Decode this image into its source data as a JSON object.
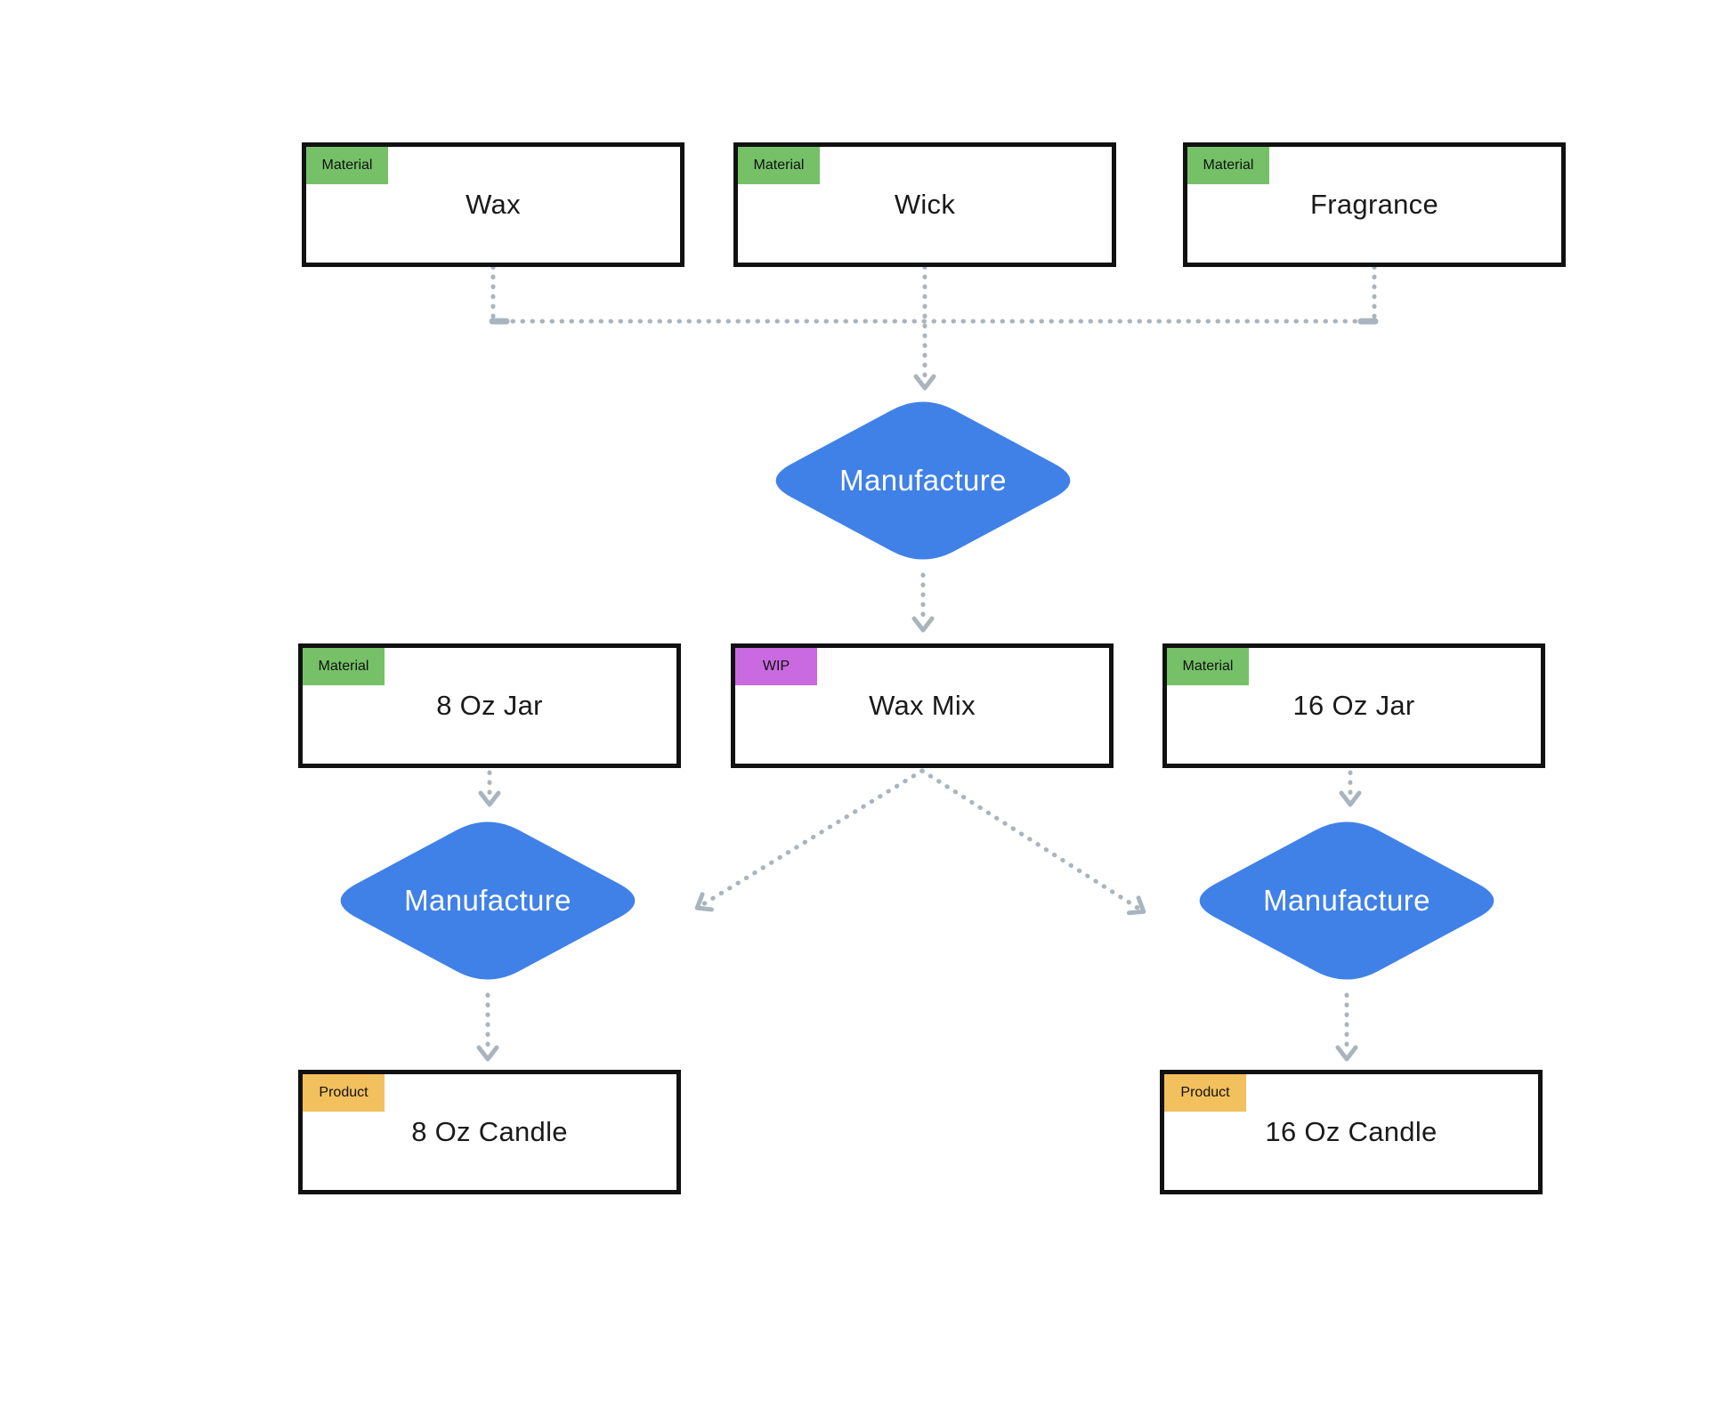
{
  "nodes": {
    "wax": {
      "label": "Wax",
      "badge": "Material"
    },
    "wick": {
      "label": "Wick",
      "badge": "Material"
    },
    "fragrance": {
      "label": "Fragrance",
      "badge": "Material"
    },
    "jar8": {
      "label": "8 Oz Jar",
      "badge": "Material"
    },
    "waxmix": {
      "label": "Wax Mix",
      "badge": "WIP"
    },
    "jar16": {
      "label": "16 Oz Jar",
      "badge": "Material"
    },
    "candle8": {
      "label": "8 Oz Candle",
      "badge": "Product"
    },
    "candle16": {
      "label": "16 Oz Candle",
      "badge": "Product"
    },
    "manufacture1": {
      "label": "Manufacture"
    },
    "manufacture2": {
      "label": "Manufacture"
    },
    "manufacture3": {
      "label": "Manufacture"
    }
  },
  "colors": {
    "material": "#76c168",
    "wip": "#c96ae0",
    "product": "#f2c05c",
    "process": "#4081e8",
    "edge": "#a9b4be",
    "border": "#111111"
  }
}
